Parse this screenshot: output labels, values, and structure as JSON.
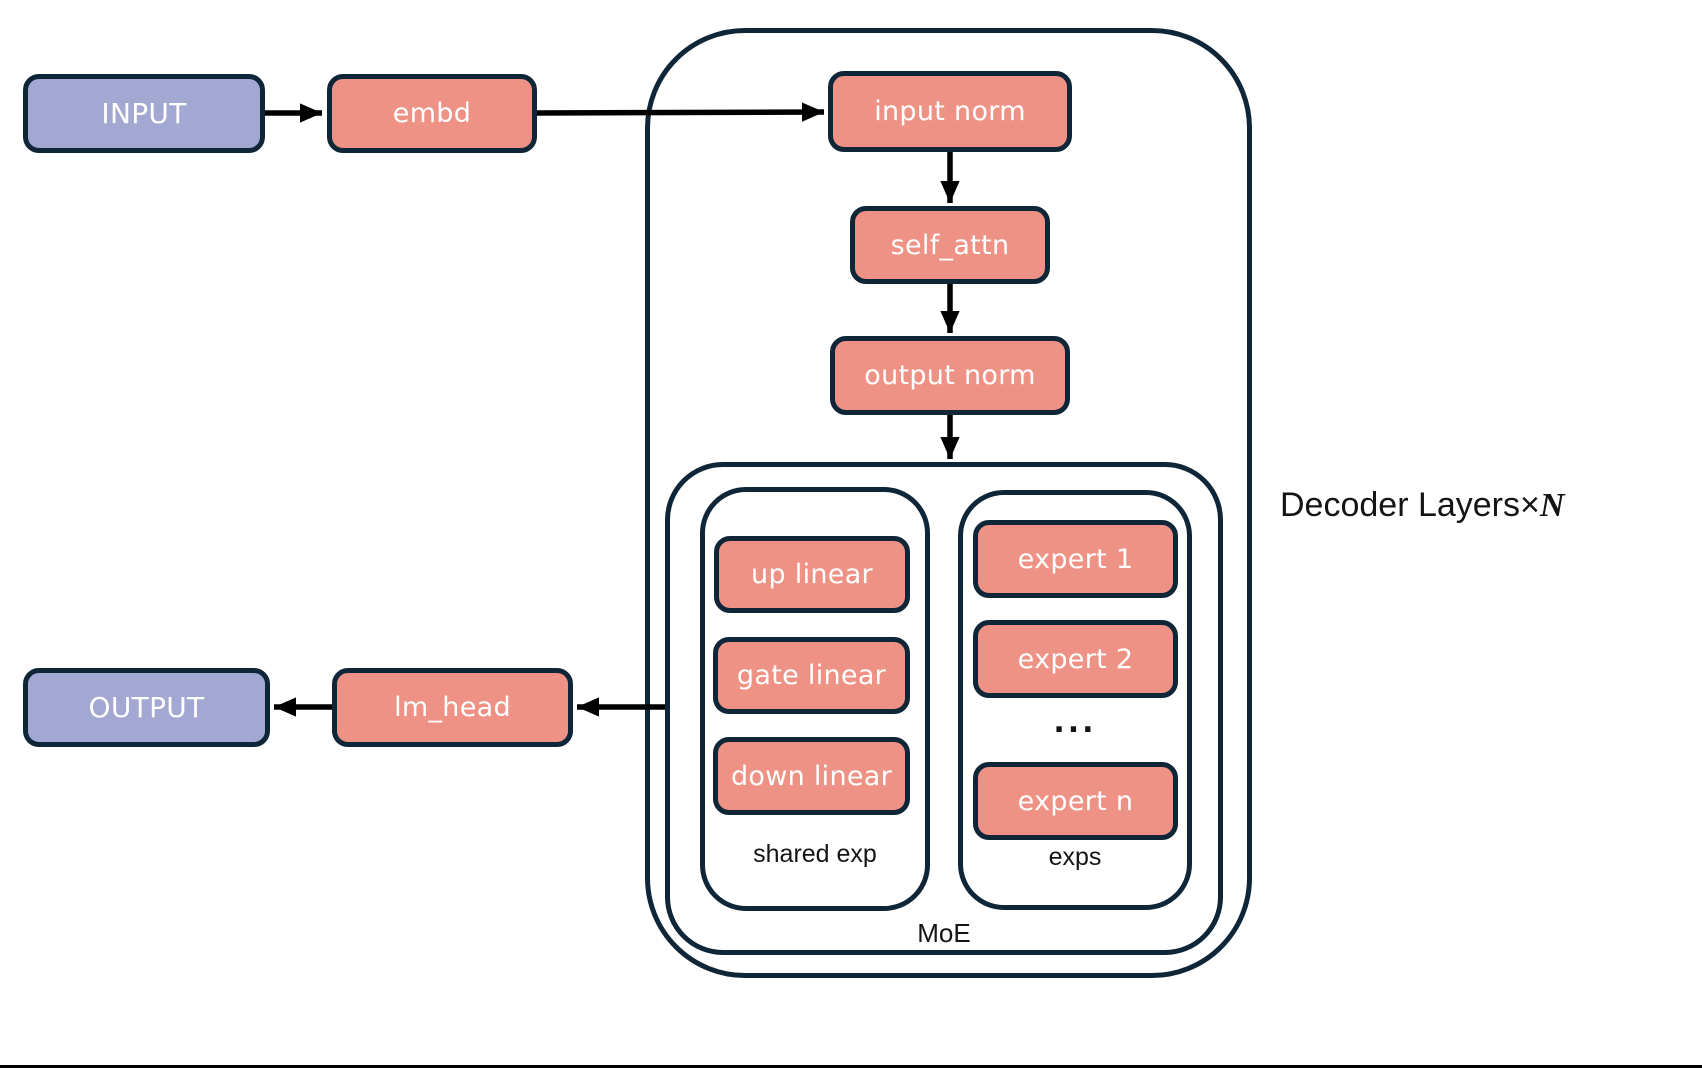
{
  "title": "MoE decoder architecture diagram",
  "colors": {
    "node_fill": "#EF9286",
    "io_fill": "#A2A8D2",
    "outline": "#0F2638",
    "arrow": "#000000",
    "node_text": "#FFFFFF",
    "label_text": "#141414"
  },
  "nodes": {
    "input": "INPUT",
    "embd": "embd",
    "input_norm": "input norm",
    "self_attn": "self_attn",
    "output_norm": "output norm",
    "up_linear": "up linear",
    "gate_linear": "gate linear",
    "down_linear": "down linear",
    "expert_1": "expert 1",
    "expert_2": "expert 2",
    "ellipsis": "...",
    "expert_n": "expert n",
    "lm_head": "lm_head",
    "output": "OUTPUT"
  },
  "labels": {
    "shared_exp": "shared exp",
    "exps": "exps",
    "moe": "MoE",
    "decoder_prefix": "Decoder Layers",
    "decoder_times": "×",
    "decoder_n": "N"
  },
  "edges": [
    {
      "from": "INPUT",
      "to": "embd"
    },
    {
      "from": "embd",
      "to": "input norm"
    },
    {
      "from": "input norm",
      "to": "self_attn"
    },
    {
      "from": "self_attn",
      "to": "output norm"
    },
    {
      "from": "output norm",
      "to": "MoE"
    },
    {
      "from": "MoE",
      "to": "lm_head"
    },
    {
      "from": "lm_head",
      "to": "OUTPUT"
    }
  ]
}
